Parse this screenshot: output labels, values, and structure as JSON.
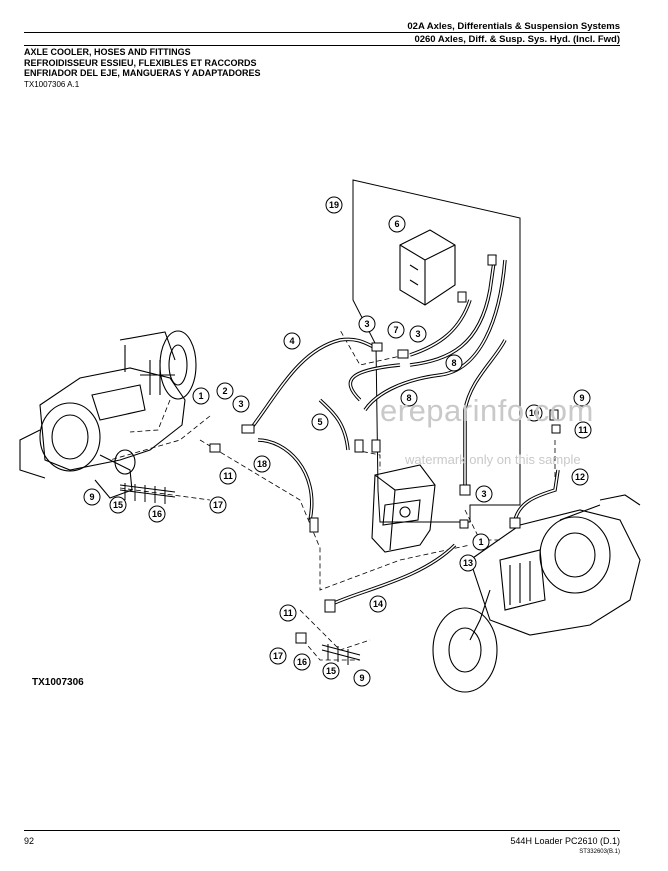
{
  "header": {
    "section_line1": "02A Axles, Differentials & Suspension Systems",
    "section_line2": "0260 Axles, Diff. & Susp. Sys. Hyd. (Incl. Fwd)"
  },
  "title": {
    "en": "AXLE COOLER, HOSES AND FITTINGS",
    "fr": "REFROIDISSEUR ESSIEU, FLEXIBLES ET RACCORDS",
    "es": "ENFRIADOR DEL EJE, MANGUERAS Y ADAPTADORES"
  },
  "reference": "TX1007306 A.1",
  "figure_id": "TX1007306",
  "watermark": {
    "main": "ereparinfo.com",
    "sub": "watermark only on this sample"
  },
  "callouts": {
    "c19": "19",
    "c6": "6",
    "c3a": "3",
    "c7": "7",
    "c3b": "3",
    "c4": "4",
    "c8a": "8",
    "c8b": "8",
    "c5": "5",
    "c1a": "1",
    "c2": "2",
    "c3c": "3",
    "c18": "18",
    "c11a": "11",
    "c9a": "9",
    "c15a": "15",
    "c16a": "16",
    "c17a": "17",
    "c9b": "9",
    "c10": "10",
    "c11b": "11",
    "c12": "12",
    "c3d": "3",
    "c1b": "1",
    "c13": "13",
    "c14": "14",
    "c11c": "11",
    "c17b": "17",
    "c16b": "16",
    "c15b": "15",
    "c9c": "9"
  },
  "footer": {
    "page": "92",
    "model": "544H Loader   PC2610   (D.1)",
    "code": "ST332603(B.1)"
  }
}
